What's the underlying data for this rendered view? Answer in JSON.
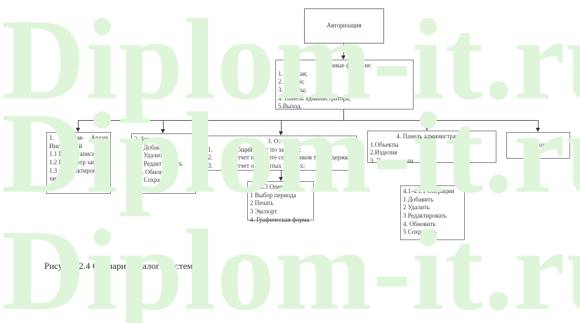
{
  "watermark": {
    "text": "Diplom-it.ru",
    "color": "#def5da"
  },
  "caption": "Рисунок 2.4 Сценарий диалога системы",
  "nodes": {
    "auth": {
      "label": "Авторизация"
    },
    "main": {
      "title": "Основные функции:",
      "items": [
        "1. Главная;",
        "2. Заявки;",
        "3. Отчеты;",
        "4. Панель администратора;",
        "5.Выход."
      ]
    },
    "archive": {
      "items": [
        "1. Главная- Архив Инструкций",
        "1.1 Поиск записи",
        "1.2 Просмотр записи",
        "1.3 Редактирование записи"
      ]
    },
    "request": {
      "items": [
        "2. Заявка",
        "2.1 Добавить",
        "2.2 Удалить",
        "2.3 Редактировать",
        "2.4. Обновить",
        "2.5 Сохранить"
      ]
    },
    "reports": {
      "title": "3. Отчеты",
      "items": [
        {
          "num": "1.",
          "text": "Общий отчет по заявкам;"
        },
        {
          "num": "2.",
          "text": "Отчет по работе сотрудников техподдержки;"
        },
        {
          "num": "3.",
          "text": "Отчет о закрытых заявках;"
        }
      ]
    },
    "admin": {
      "title": "4. Панель администратора",
      "items": [
        "1.Объекты",
        "2.Изделия",
        "3. Пользователи"
      ]
    },
    "exit": {
      "label": "Выход"
    },
    "report_ops": {
      "items": [
        "3.1-3.3 Операции",
        "1 Выбор периода",
        "2 Печать",
        "3 Экспорт",
        "4. Графическая форма"
      ]
    },
    "admin_ops": {
      "items": [
        "4.1-4.1.1 Операции",
        "1 Добавить",
        "2 Удалить",
        "3 Редактировать",
        "4. Обновить",
        "5 Сохранить"
      ]
    }
  }
}
